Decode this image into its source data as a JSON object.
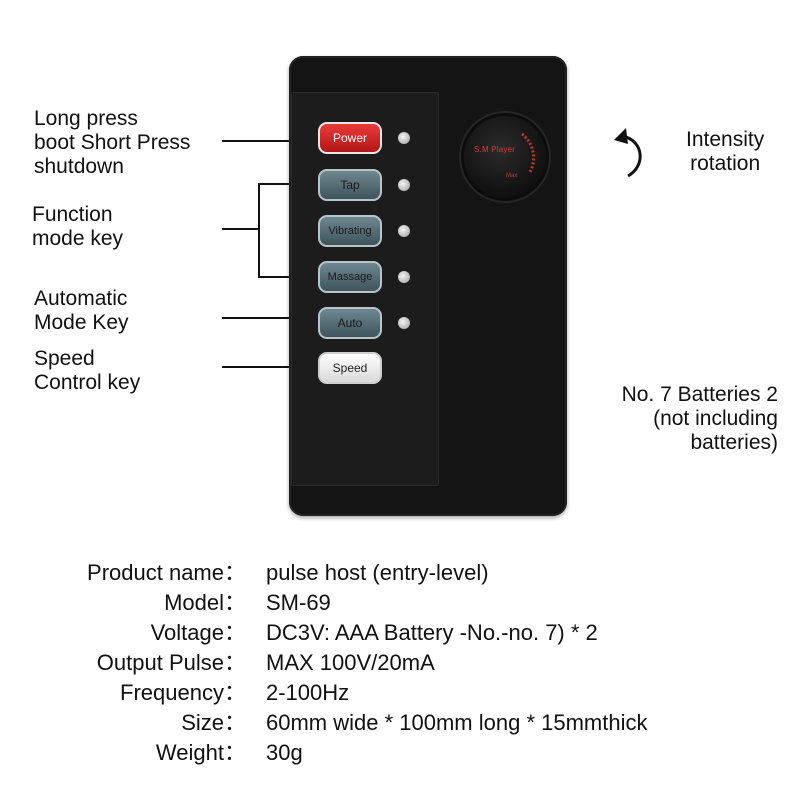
{
  "callouts": {
    "power": [
      "Long press",
      "boot Short Press",
      "shutdown"
    ],
    "function": [
      "Function",
      "mode key"
    ],
    "auto": [
      "Automatic",
      "Mode Key"
    ],
    "speed": [
      "Speed",
      "Control key"
    ],
    "intensity": [
      "Intensity",
      "rotation"
    ],
    "batteries": [
      "No. 7 Batteries 2",
      "(not including",
      "batteries)"
    ]
  },
  "device": {
    "buttons": {
      "power": "Power",
      "tap": "Tap",
      "vibrating": "Vibrating",
      "massage": "Massage",
      "auto": "Auto",
      "speed": "Speed"
    },
    "knob_label": "S.M Player",
    "knob_max": "Max"
  },
  "specs": [
    {
      "label": "Product name：",
      "value": "pulse host (entry-level)"
    },
    {
      "label": "Model：",
      "value": "SM-69"
    },
    {
      "label": "Voltage：",
      "value": "DC3V: AAA Battery -No.-no. 7) * 2"
    },
    {
      "label": "Output Pulse：",
      "value": "MAX 100V/20mA"
    },
    {
      "label": "Frequency：",
      "value": "2-100Hz"
    },
    {
      "label": "Size：",
      "value": "60mm wide * 100mm long * 15mmthick"
    },
    {
      "label": "Weight：",
      "value": "30g"
    }
  ],
  "colors": {
    "device_body": "#141414",
    "power_button": "#d62626",
    "mode_button": "#4f666e",
    "speed_button": "#f2f2f2",
    "knob_accent": "#d43a3a"
  }
}
